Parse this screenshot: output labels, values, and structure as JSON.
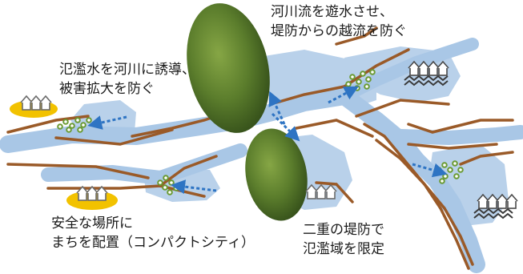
{
  "labels": {
    "top_right_1": "河川流を遊水させ、",
    "top_right_2": "堤防からの越流を防ぐ",
    "top_left_1": "氾濫水を河川に誘導、",
    "top_left_2": "被害拡大を防ぐ",
    "bottom_left_1": "安全な場所に",
    "bottom_left_2": "まちを配置（コンパクトシティ）",
    "bottom_right_1": "二重の堤防で",
    "bottom_right_2": "氾濫域を限定"
  },
  "colors": {
    "river": "#a9c7e6",
    "flood_area": "#b9d1ea",
    "forest": "#4f6f2a",
    "levee": "#9a5a28",
    "flow_arrow": "#2e74c3",
    "safe_zone": "#f2c200",
    "vegetation": "#6a9a32"
  }
}
